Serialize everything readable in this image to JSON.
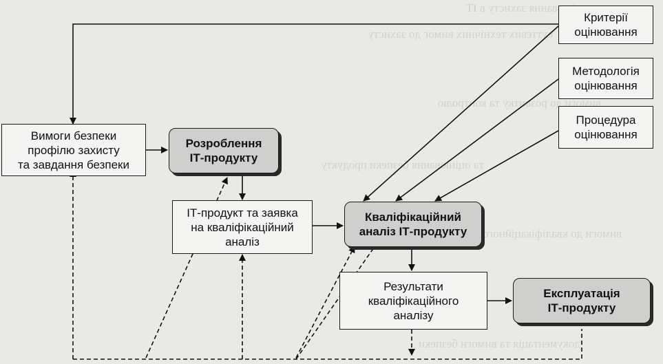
{
  "nodes": {
    "security_requirements": "Вимоги безпеки\nпрофілю захисту\nта завдання безпеки",
    "development": "Розроблення\nІТ-продукту",
    "product_application": "ІТ-продукт та заявка\nна кваліфікаційний\nаналіз",
    "qualification_analysis": "Кваліфікаційний\nаналіз ІТ-продукту",
    "analysis_results": "Результати\nкваліфікаційного\nаналізу",
    "operation": "Експлуатація\nІТ-продукту",
    "evaluation_criteria": "Критерії\nоцінювання",
    "evaluation_methodology": "Методологія\nоцінювання",
    "evaluation_procedure": "Процедура\nоцінювання"
  }
}
